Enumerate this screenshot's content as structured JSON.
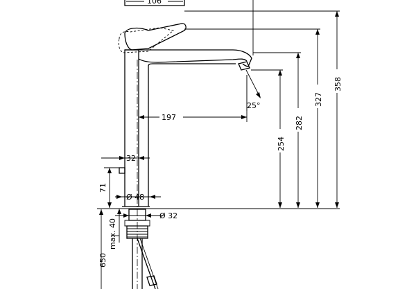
{
  "dimensions": {
    "handle_reach": "106",
    "spout_reach": "197",
    "body_width": "32",
    "body_diameter": "Ø 48",
    "base_diameter": "Ø 32",
    "lever_height": "71",
    "spout_angle": "25°",
    "outlet_height": "254",
    "spout_height": "282",
    "handle_height": "327",
    "total_height": "358",
    "hose_length": "650",
    "max_deck": "max. 40"
  }
}
